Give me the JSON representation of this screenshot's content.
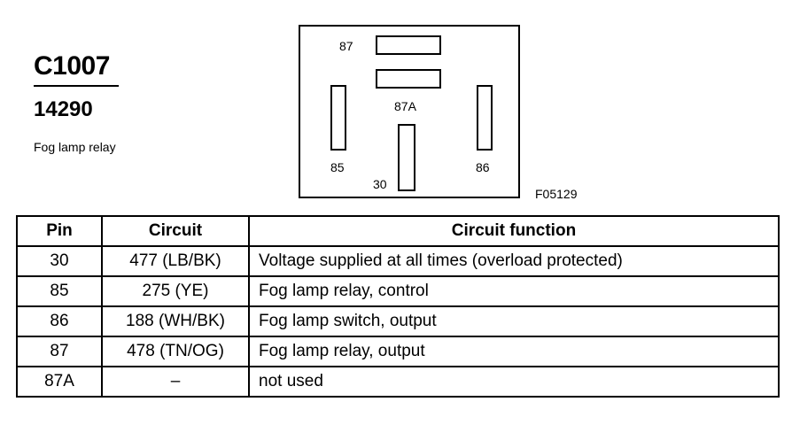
{
  "header": {
    "connector": "C1007",
    "part_number": "14290",
    "description": "Fog lamp relay"
  },
  "diagram": {
    "figure_code": "F05129",
    "pins": {
      "p87": "87",
      "p87a": "87A",
      "p85": "85",
      "p30": "30",
      "p86": "86"
    }
  },
  "table": {
    "headers": {
      "pin": "Pin",
      "circuit": "Circuit",
      "function": "Circuit function"
    },
    "rows": [
      {
        "pin": "30",
        "circuit": "477 (LB/BK)",
        "function": "Voltage supplied at all times (overload protected)"
      },
      {
        "pin": "85",
        "circuit": "275 (YE)",
        "function": "Fog lamp relay, control"
      },
      {
        "pin": "86",
        "circuit": "188 (WH/BK)",
        "function": "Fog lamp switch, output"
      },
      {
        "pin": "87",
        "circuit": "478 (TN/OG)",
        "function": "Fog lamp relay, output"
      },
      {
        "pin": "87A",
        "circuit": "–",
        "function": "not used"
      }
    ]
  }
}
